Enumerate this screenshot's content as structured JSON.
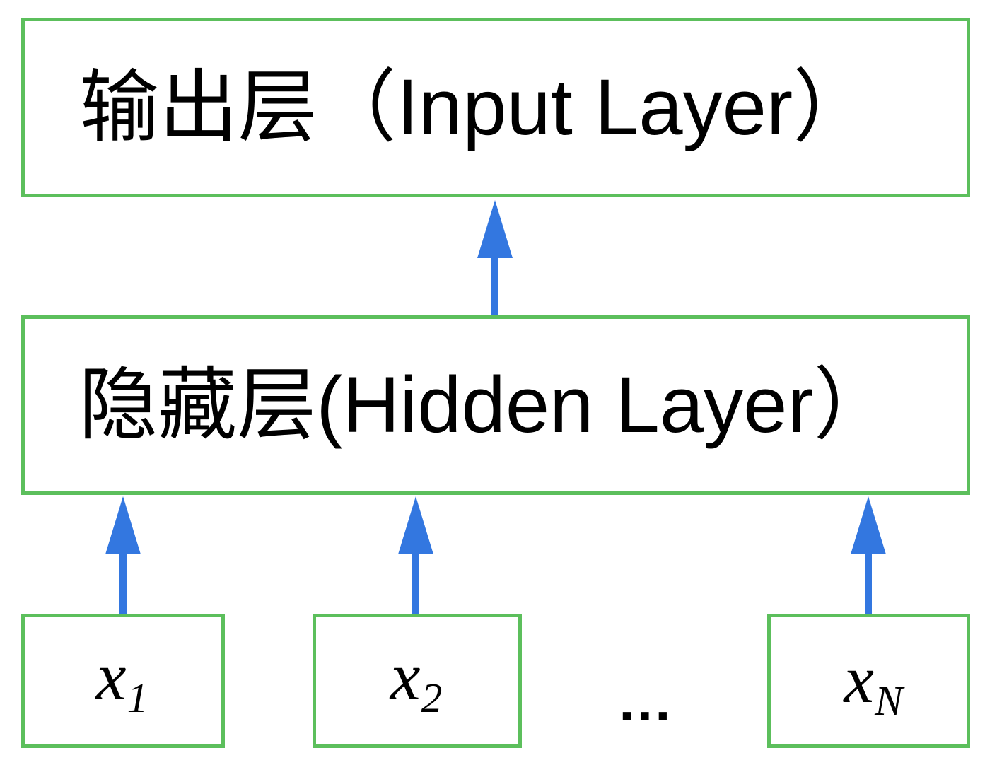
{
  "diagram": {
    "title": "Neural network layer stack diagram",
    "colors": {
      "box_border_green": "#5cbf5c",
      "arrow_blue": "#3377e0",
      "background": "#ffffff",
      "text": "#000000"
    },
    "layers": [
      {
        "id": "output-layer",
        "label": "输出层（Input Layer）",
        "label_cn": "输出层",
        "label_en": "Input Layer"
      },
      {
        "id": "hidden-layer",
        "label": "隐藏层(Hidden Layer）",
        "label_cn": "隐藏层",
        "label_en": "Hidden Layer"
      }
    ],
    "input_nodes": [
      {
        "id": "input-node-1",
        "base": "x",
        "subscript": "1",
        "label": "x1"
      },
      {
        "id": "input-node-2",
        "base": "x",
        "subscript": "2",
        "label": "x2"
      },
      {
        "id": "input-node-n",
        "base": "x",
        "subscript": "N",
        "label": "xN"
      }
    ],
    "ellipsis": "…",
    "arrows": [
      {
        "id": "arrow-hidden-to-output",
        "direction": "up",
        "from": "hidden-layer",
        "to": "output-layer"
      },
      {
        "id": "arrow-input1-to-hidden",
        "direction": "up",
        "from": "input-node-1",
        "to": "hidden-layer"
      },
      {
        "id": "arrow-input2-to-hidden",
        "direction": "up",
        "from": "input-node-2",
        "to": "hidden-layer"
      },
      {
        "id": "arrow-inputn-to-hidden",
        "direction": "up",
        "from": "input-node-n",
        "to": "hidden-layer"
      }
    ]
  }
}
